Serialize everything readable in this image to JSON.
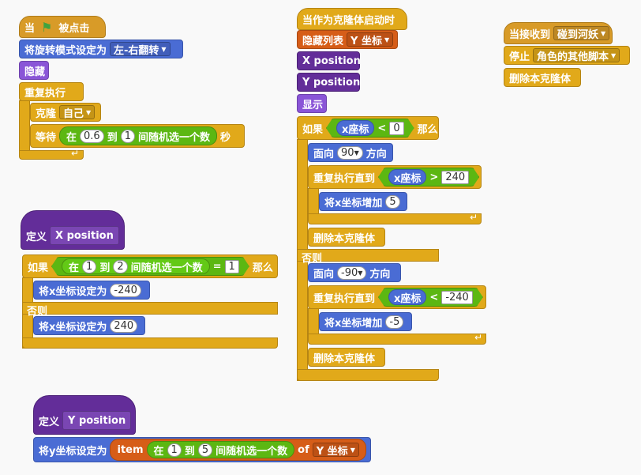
{
  "script1": {
    "when": "当",
    "flag": "⚑",
    "clicked": "被点击",
    "set_rotation": "将旋转模式设定为",
    "rotation_value": "左-右翻转",
    "hide": "隐藏",
    "forever": "重复执行",
    "clone": "克隆",
    "clone_target": "自己",
    "wait": "等待",
    "in": "在",
    "from": "0.6",
    "to_word": "到",
    "to": "1",
    "random_label": "间随机选一个数",
    "seconds": "秒",
    "loop_arrow": "↵"
  },
  "script2": {
    "define": "定义",
    "name": "X position",
    "if": "如果",
    "in": "在",
    "from": "1",
    "to_word": "到",
    "to": "2",
    "random_label": "间随机选一个数",
    "eq": "=",
    "eq_value": "1",
    "then": "那么",
    "set_x_a": "将x坐标设定为",
    "value_a": "-240",
    "else": "否则",
    "set_x_b": "将x坐标设定为",
    "value_b": "240"
  },
  "script3": {
    "define": "定义",
    "name": "Y position",
    "set_y": "将y坐标设定为",
    "item": "item",
    "in": "在",
    "from": "1",
    "to_word": "到",
    "to": "5",
    "random_label": "间随机选一个数",
    "of": "of",
    "list": "Y 坐标"
  },
  "script4": {
    "clone_start": "当作为克隆体启动时",
    "hide_list": "隐藏列表",
    "list": "Y 坐标",
    "call_x": "X position",
    "call_y": "Y position",
    "show": "显示",
    "if": "如果",
    "xpos": "x座标",
    "lt": "<",
    "lt_value": "0",
    "then": "那么",
    "point_dir": "面向",
    "dir_right": "90",
    "direction": "方向",
    "repeat_until": "重复执行直到",
    "gt": ">",
    "gt_value": "240",
    "change_x": "将x坐标增加",
    "change_pos": "5",
    "delete_clone": "删除本克隆体",
    "else": "否则",
    "dir_left": "-90",
    "lt_value2": "-240",
    "change_neg": "-5",
    "loop_arrow": "↵"
  },
  "script5": {
    "when_receive": "当接收到",
    "message": "碰到河妖",
    "stop": "停止",
    "stop_option": "角色的其他脚本",
    "delete_clone": "删除本克隆体"
  }
}
